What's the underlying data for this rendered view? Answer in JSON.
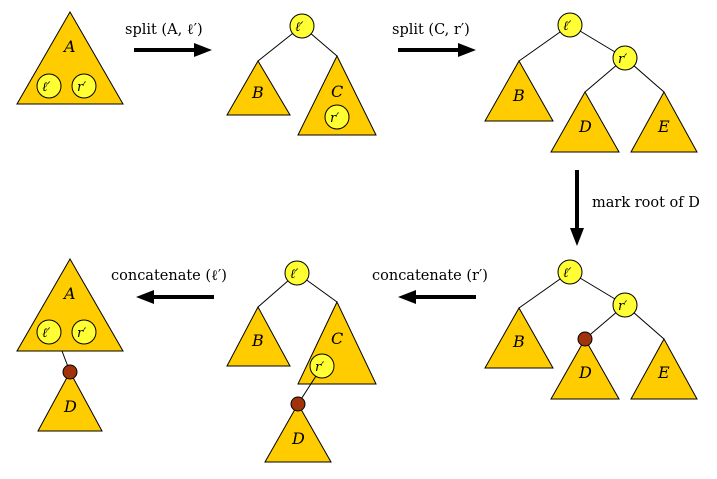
{
  "labels": {
    "A": "A",
    "B": "B",
    "C": "C",
    "D": "D",
    "E": "E",
    "l": "ℓ′",
    "r": "r′"
  },
  "captions": {
    "split_a": "split (A, ℓ′)",
    "split_c": "split (C, r′)",
    "mark_d": "mark root of D",
    "concat_r": "concatenate (r′)",
    "concat_l": "concatenate (ℓ′)"
  },
  "colors": {
    "triangle": "#ffcc00",
    "node": "#ffff33",
    "mark": "#a0330c"
  }
}
